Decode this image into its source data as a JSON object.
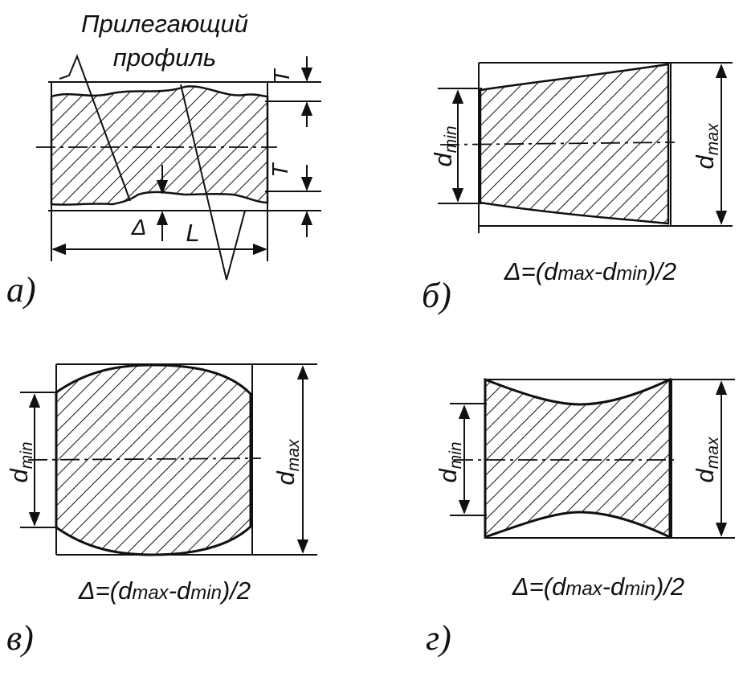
{
  "panel_a": {
    "label": "а)",
    "caption_line1": "Прилегающий",
    "caption_line2": "профиль",
    "T_top": "T",
    "T_bottom": "T",
    "delta": "Δ",
    "L": "L"
  },
  "panel_b": {
    "label": "б)",
    "d_min": "d",
    "d_min_sub": "min",
    "d_max": "d",
    "d_max_sub": "max",
    "formula": {
      "p1": "Δ=(d",
      "s1": "max",
      "p2": "-d",
      "s2": "min",
      "p3": ")/2"
    }
  },
  "panel_v": {
    "label": "в)",
    "d_min": "d",
    "d_min_sub": "min",
    "d_max": "d",
    "d_max_sub": "max",
    "formula": {
      "p1": "Δ=(d",
      "s1": "max",
      "p2": "-d",
      "s2": "min",
      "p3": ")/2"
    }
  },
  "panel_g": {
    "label": "г)",
    "d_min": "d",
    "d_min_sub": "min",
    "d_max": "d",
    "d_max_sub": "max",
    "formula": {
      "p1": "Δ=(d",
      "s1": "max",
      "p2": "-d",
      "s2": "min",
      "p3": ")/2"
    }
  },
  "colors": {
    "ink": "#111111",
    "background": "#ffffff"
  }
}
